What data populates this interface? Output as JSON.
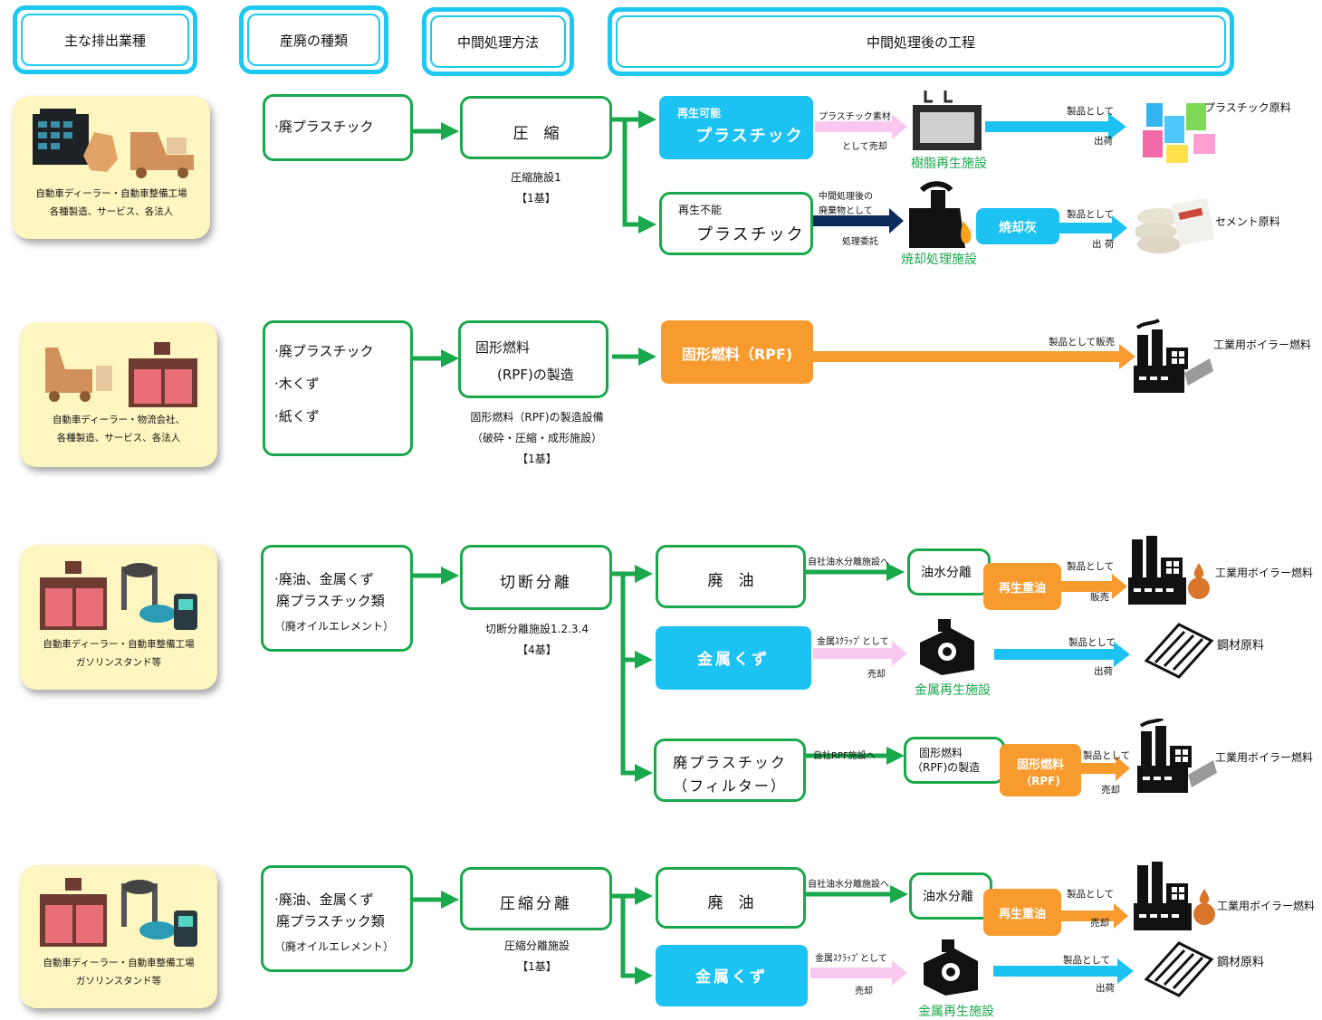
{
  "headers": {
    "industry": "主な排出業種",
    "waste_type": "産廃の種類",
    "method": "中間処理方法",
    "after": "中間処理後の工程"
  },
  "rows": [
    {
      "source": [
        "自動車ディーラー・自動車整備工場",
        "各種製造、サービス、各法人"
      ],
      "waste": [
        "·廃プラスチック"
      ],
      "method": "圧　縮",
      "facility": [
        "圧縮施設1",
        "【1基】"
      ],
      "outputs": {
        "recyclable": {
          "tag": "再生可能",
          "title": "プラスチック",
          "flow1": "プラスチック素材",
          "flow2": "として売却",
          "facility": "樹脂再生施設",
          "ship1": "製品として",
          "ship2": "出荷",
          "result": "プラスチック原料"
        },
        "nonrecyclable": {
          "tag": "再生不能",
          "title": "プラスチック",
          "flow1": "中間処理後の",
          "flow2": "廃棄物として",
          "flow3": "処理委託",
          "facility": "焼却処理施設",
          "ash": "焼却灰",
          "ship1": "製品として",
          "ship2": "出 荷",
          "result": "セメント原料"
        }
      }
    },
    {
      "source": [
        "自動車ディーラー・物流会社、",
        "各種製造、サービス、各法人"
      ],
      "waste": [
        "·廃プラスチック",
        "·木くず",
        "·紙くず"
      ],
      "method": [
        "固形燃料",
        "(RPF)の製造"
      ],
      "facility": [
        "固形燃料（RPF)の製造設備",
        "（破砕・圧縮・成形施設）",
        "【1基】"
      ],
      "outputs": {
        "product": "固形燃料（RPF)",
        "flow": "製品として販売",
        "result": "工業用ボイラー燃料"
      }
    },
    {
      "source": [
        "自動車ディーラー・自動車整備工場",
        "ガソリンスタンド等"
      ],
      "waste": [
        "·廃油、金属くず",
        "廃プラスチック類",
        "（廃オイルエレメント）"
      ],
      "method": "切断分離",
      "facility": [
        "切断分離施設1.2.3.4",
        "【4基】"
      ],
      "outputs": {
        "oil": {
          "title": "廃　油",
          "flow": "自社油水分離施設へ",
          "sep": "油水分離",
          "product": "再生重油",
          "ship1": "製品として",
          "ship2": "販売",
          "result": "工業用ボイラー燃料"
        },
        "metal": {
          "title": "金属くず",
          "flow1": "金属ｽｸﾗｯﾌﾟとして",
          "flow2": "売却",
          "facility": "金属再生施設",
          "ship1": "製品として",
          "ship2": "出荷",
          "result": "鋼材原料"
        },
        "plastic": {
          "title1": "廃プラスチック",
          "title2": "（フィルター）",
          "flow": "自社RPF施設へ",
          "sep1": "固形燃料",
          "sep2": "（RPF)の製造",
          "product1": "固形燃料",
          "product2": "（RPF)",
          "ship1": "製品として",
          "ship2": "売却",
          "result": "工業用ボイラー燃料"
        }
      }
    },
    {
      "source": [
        "自動車ディーラー・自動車整備工場",
        "ガソリンスタンド等"
      ],
      "waste": [
        "·廃油、金属くず",
        "廃プラスチック類",
        "（廃オイルエレメント）"
      ],
      "method": "圧縮分離",
      "facility": [
        "圧縮分離施設",
        "【1基】"
      ],
      "outputs": {
        "oil": {
          "title": "廃　油",
          "flow": "自社油水分離施設へ",
          "sep": "油水分離",
          "product": "再生重油",
          "ship1": "製品として",
          "ship2": "売却",
          "result": "工業用ボイラー燃料"
        },
        "metal": {
          "title": "金属くず",
          "flow1": "金属ｽｸﾗｯﾌﾟとして",
          "flow2": "売却",
          "facility": "金属再生施設",
          "ship1": "製品として",
          "ship2": "出荷",
          "result": "鋼材原料"
        }
      }
    }
  ],
  "colors": {
    "green": "#19a84b",
    "cyan": "#1cc2f2",
    "orange": "#f79b2f",
    "pink": "#f9c8f0",
    "navy": "#0b2a5c",
    "source_bg": "#fef6c0"
  }
}
